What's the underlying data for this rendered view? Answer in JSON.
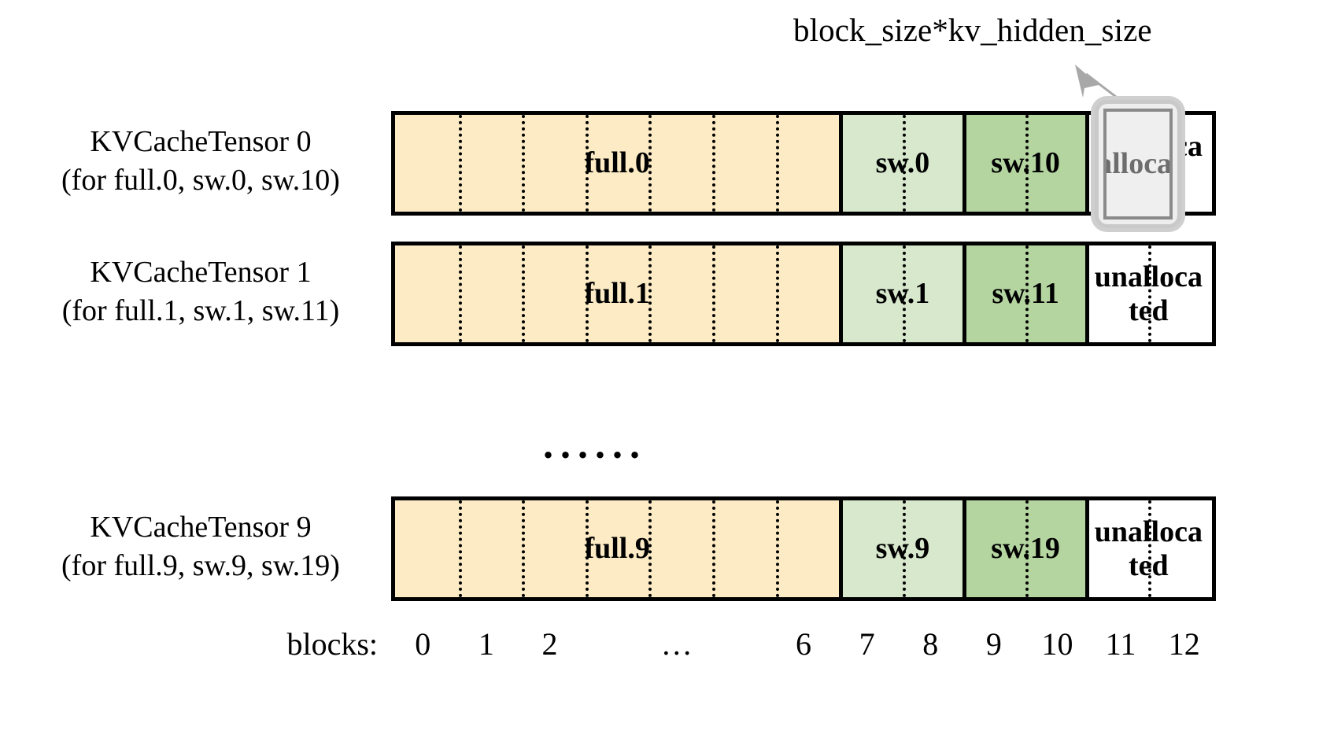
{
  "diagram": {
    "title_annotation": "block_size*kv_hidden_size",
    "rows": [
      {
        "label_line1": "KVCacheTensor 0",
        "label_line2": "(for full.0, sw.0, sw.10)",
        "cells": [
          {
            "text": "full.0",
            "fill": "#FCEBC4",
            "blocks": 7
          },
          {
            "text": "sw.0",
            "fill": "#D7E8CD",
            "blocks": 2
          },
          {
            "text": "sw.10",
            "fill": "#B5D5A0",
            "blocks": 2
          },
          {
            "text": "unallocated",
            "fill": "#FFFFFF",
            "blocks": 2
          }
        ],
        "highlighted_cell": "unallocated"
      },
      {
        "label_line1": "KVCacheTensor 1",
        "label_line2": "(for full.1, sw.1, sw.11)",
        "cells": [
          {
            "text": "full.1",
            "fill": "#FCEBC4",
            "blocks": 7
          },
          {
            "text": "sw.1",
            "fill": "#D7E8CD",
            "blocks": 2
          },
          {
            "text": "sw.11",
            "fill": "#B5D5A0",
            "blocks": 2
          },
          {
            "text": "unallocated",
            "fill": "#FFFFFF",
            "blocks": 2
          }
        ],
        "highlighted_cell": null
      },
      {
        "label_line1": "KVCacheTensor 9",
        "label_line2": "(for full.9, sw.9, sw.19)",
        "cells": [
          {
            "text": "full.9",
            "fill": "#FCEBC4",
            "blocks": 7
          },
          {
            "text": "sw.9",
            "fill": "#D7E8CD",
            "blocks": 2
          },
          {
            "text": "sw.19",
            "fill": "#B5D5A0",
            "blocks": 2
          },
          {
            "text": "unallocated",
            "fill": "#FFFFFF",
            "blocks": 2
          }
        ],
        "highlighted_cell": null
      }
    ],
    "continuation_marker": "......",
    "axis": {
      "title": "blocks:",
      "ticks": [
        "0",
        "1",
        "2",
        "…",
        "6",
        "7",
        "8",
        "9",
        "10",
        "11",
        "12"
      ]
    },
    "colors": {
      "full_attention": "#FCEBC4",
      "sliding_window_light": "#D7E8CD",
      "sliding_window_dark": "#B5D5A0",
      "unallocated": "#FFFFFF",
      "border": "#000000",
      "callout_border": "#8A8A8A",
      "callout_halo": "#CFCFCF",
      "callout_text": "#6D6D6D",
      "arrow": "#A8A8A8"
    }
  }
}
